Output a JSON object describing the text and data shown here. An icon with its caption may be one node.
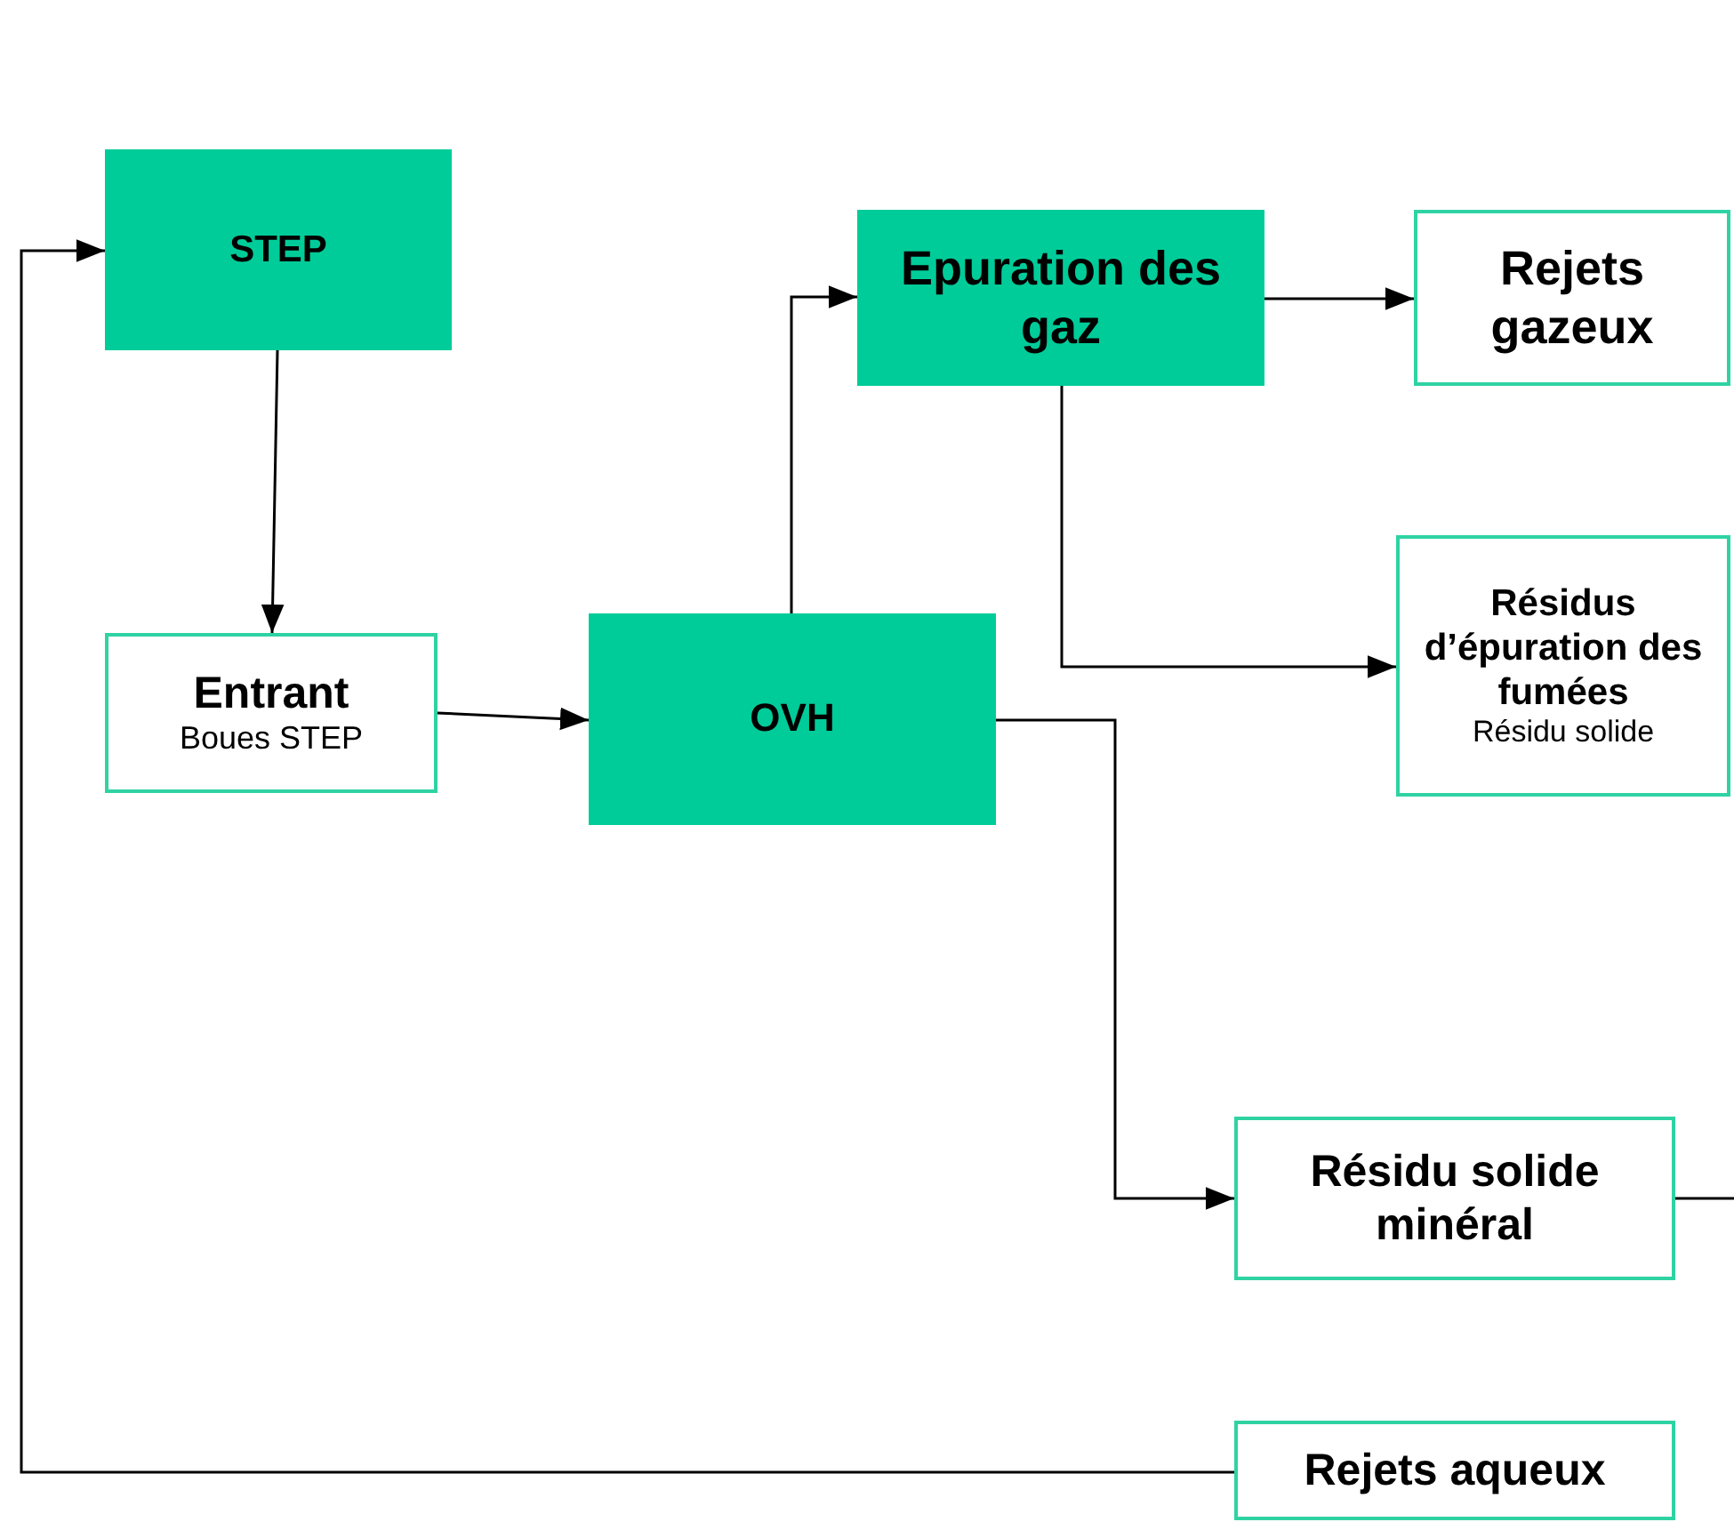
{
  "diagram": {
    "nodes": [
      {
        "text": [
          "STEP"
        ]
      },
      {
        "text": [
          "Entrant",
          "Boues STEP"
        ]
      },
      {
        "text": [
          "OVH"
        ]
      },
      {
        "text": [
          "Epuration des gaz"
        ]
      },
      {
        "text": [
          "Rejets gazeux"
        ]
      },
      {
        "text": [
          "Résidus d’épuration des fumées",
          "Résidu solide"
        ]
      },
      {
        "text": [
          "Résidu solide minéral"
        ]
      },
      {
        "text": [
          "Rejets aqueux"
        ]
      }
    ],
    "edges": [
      {
        "from": 0,
        "to": 1,
        "arrow": "to"
      },
      {
        "from": 1,
        "to": 2,
        "arrow": "to"
      },
      {
        "from": 2,
        "to": 3,
        "arrow": "to"
      },
      {
        "from": 3,
        "to": 4,
        "arrow": "to"
      },
      {
        "from": 3,
        "to": 5,
        "arrow": "to"
      },
      {
        "from": 2,
        "to": 6,
        "arrow": "to"
      },
      {
        "from": 6,
        "to": null,
        "arrow": "none"
      },
      {
        "from": 7,
        "to": 0,
        "arrow": "to"
      }
    ]
  }
}
